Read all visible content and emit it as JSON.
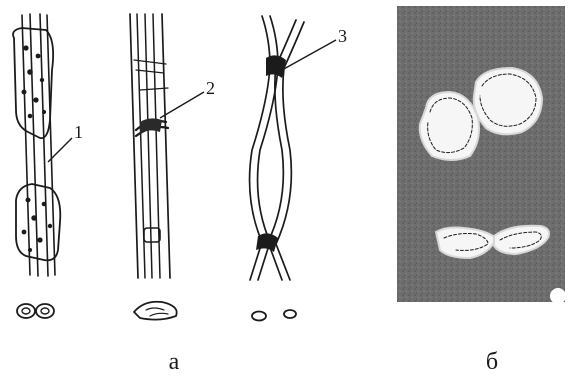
{
  "figure_a": {
    "caption": "а",
    "callouts": [
      {
        "number": "1"
      },
      {
        "number": "2"
      },
      {
        "number": "3"
      }
    ]
  },
  "figure_b": {
    "caption": "б"
  }
}
